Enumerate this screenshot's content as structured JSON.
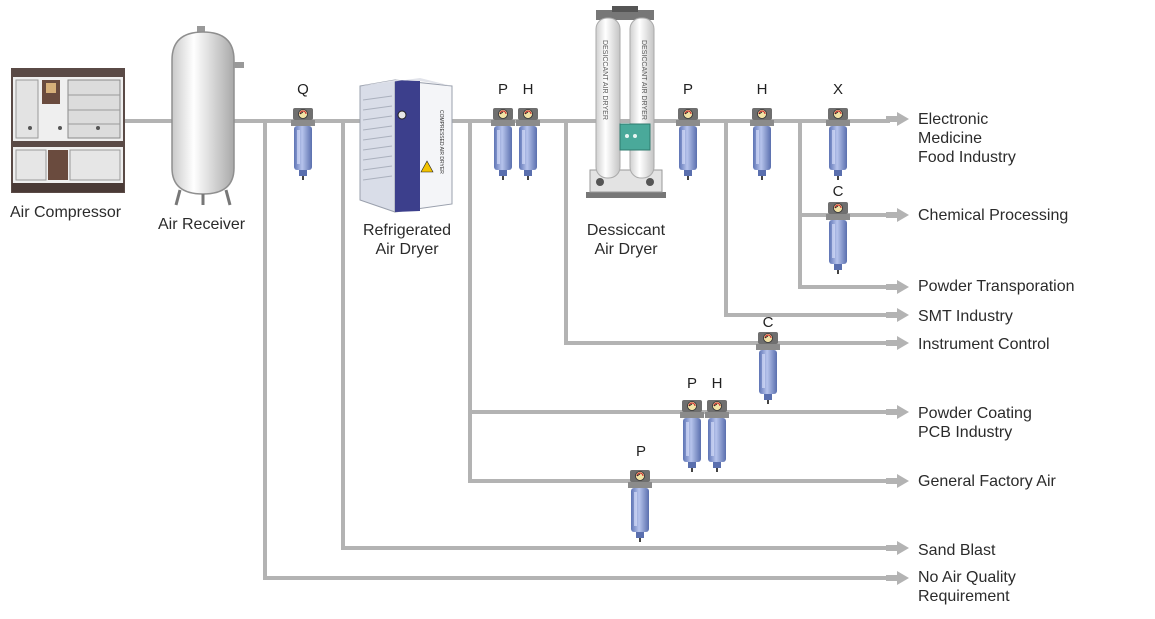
{
  "equipment": {
    "compressor": "Air Compressor",
    "receiver": "Air Receiver",
    "refrigerated_dryer_line1": "Refrigerated",
    "refrigerated_dryer_line2": "Air Dryer",
    "refrigerated_dryer_panel": "COMPRESSED AIR DRYER",
    "desiccant_dryer_line1": "Dessiccant",
    "desiccant_dryer_line2": "Air Dryer",
    "desiccant_tower_text": "DESICCANT AIR DRYER"
  },
  "filters": {
    "main_q": "Q",
    "main_p1": "P",
    "main_h1": "H",
    "main_p2": "P",
    "main_h2": "H",
    "main_x": "X",
    "chem_c": "C",
    "instrument_c": "C",
    "coating_p": "P",
    "coating_h": "H",
    "general_p": "P"
  },
  "outputs": {
    "electronic_line1": "Electronic",
    "electronic_line2": "Medicine",
    "electronic_line3": "Food Industry",
    "chemical": "Chemical Processing",
    "powder_transport": "Powder Transporation",
    "smt": "SMT Industry",
    "instrument": "Instrument Control",
    "coating_line1": "Powder Coating",
    "coating_line2": "PCB Industry",
    "general": "General Factory Air",
    "sand": "Sand Blast",
    "noquality_line1": "No Air Quality",
    "noquality_line2": "Requirement"
  },
  "colors": {
    "pipe": "#b3b3b3",
    "filter_bowl": "#7f93c9",
    "dryer_panel": "#3c3f8c",
    "desiccant_panel": "#4aa99a"
  }
}
